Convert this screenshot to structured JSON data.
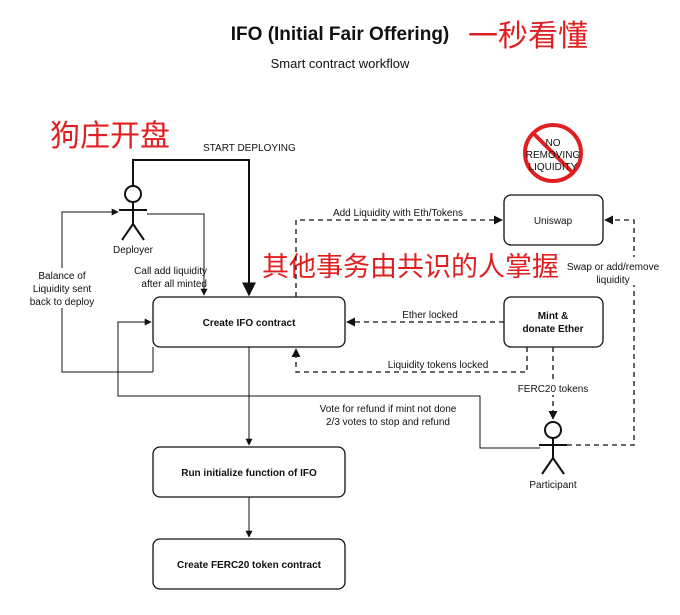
{
  "title": "IFO (Initial Fair Offering)",
  "subtitle": "Smart contract workflow",
  "annotations": {
    "top_right": "一秒看懂",
    "left": "狗庄开盘",
    "middle": "其他事务由共识的人掌握"
  },
  "no_removing": {
    "line1": "NO",
    "line2": "REMOVING",
    "line3": "LIQUIDITY"
  },
  "actors": {
    "deployer": "Deployer",
    "participant": "Participant"
  },
  "boxes": {
    "create_ifo": "Create IFO contract",
    "uniswap": "Uniswap",
    "mint_l1": "Mint &",
    "mint_l2": "donate Ether",
    "run_init": "Run initialize function of IFO",
    "create_ferc20": "Create FERC20 token contract"
  },
  "labels": {
    "start_deploying": "START DEPLOYING",
    "add_liquidity": "Add Liquidity with Eth/Tokens",
    "balance_1": "Balance of",
    "balance_2": "Liquidity sent",
    "balance_3": "back to deploy",
    "call_add_1": "Call add liquidity",
    "call_add_2": "after all minted",
    "swap_1": "Swap or add/remove",
    "swap_2": "liquidity",
    "ether_locked": "Ether locked",
    "liquidity_locked": "Liquidity tokens locked",
    "ferc20_tokens": "FERC20 tokens",
    "vote_1": "Vote for refund if mint not done",
    "vote_2": "2/3 votes to stop and refund"
  },
  "colors": {
    "line": "#111111",
    "annotation": "#e02020",
    "no_sign": "#e02020"
  }
}
